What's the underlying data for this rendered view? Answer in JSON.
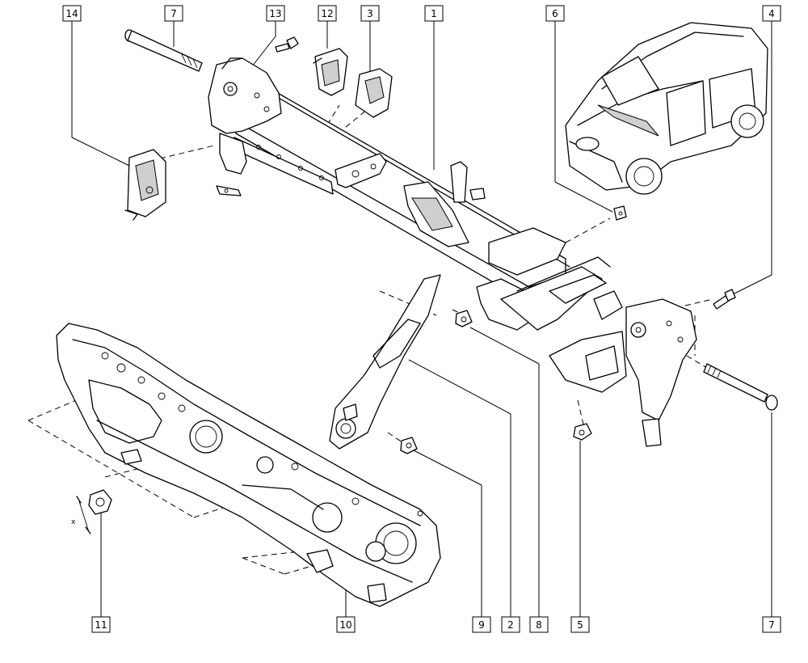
{
  "callouts": [
    {
      "id": "callout-14-top",
      "label": "14"
    },
    {
      "id": "callout-7-top",
      "label": "7"
    },
    {
      "id": "callout-13-top",
      "label": "13"
    },
    {
      "id": "callout-12-top",
      "label": "12"
    },
    {
      "id": "callout-3-top",
      "label": "3"
    },
    {
      "id": "callout-1-top",
      "label": "1"
    },
    {
      "id": "callout-6-top",
      "label": "6"
    },
    {
      "id": "callout-4-top",
      "label": "4"
    },
    {
      "id": "callout-11-bottom",
      "label": "11"
    },
    {
      "id": "callout-10-bottom",
      "label": "10"
    },
    {
      "id": "callout-9-bottom",
      "label": "9"
    },
    {
      "id": "callout-2-bottom",
      "label": "2"
    },
    {
      "id": "callout-8-bottom",
      "label": "8"
    },
    {
      "id": "callout-5-bottom",
      "label": "5"
    },
    {
      "id": "callout-7-bottom",
      "label": "7"
    }
  ],
  "annotation": {
    "x_mark": "x"
  }
}
